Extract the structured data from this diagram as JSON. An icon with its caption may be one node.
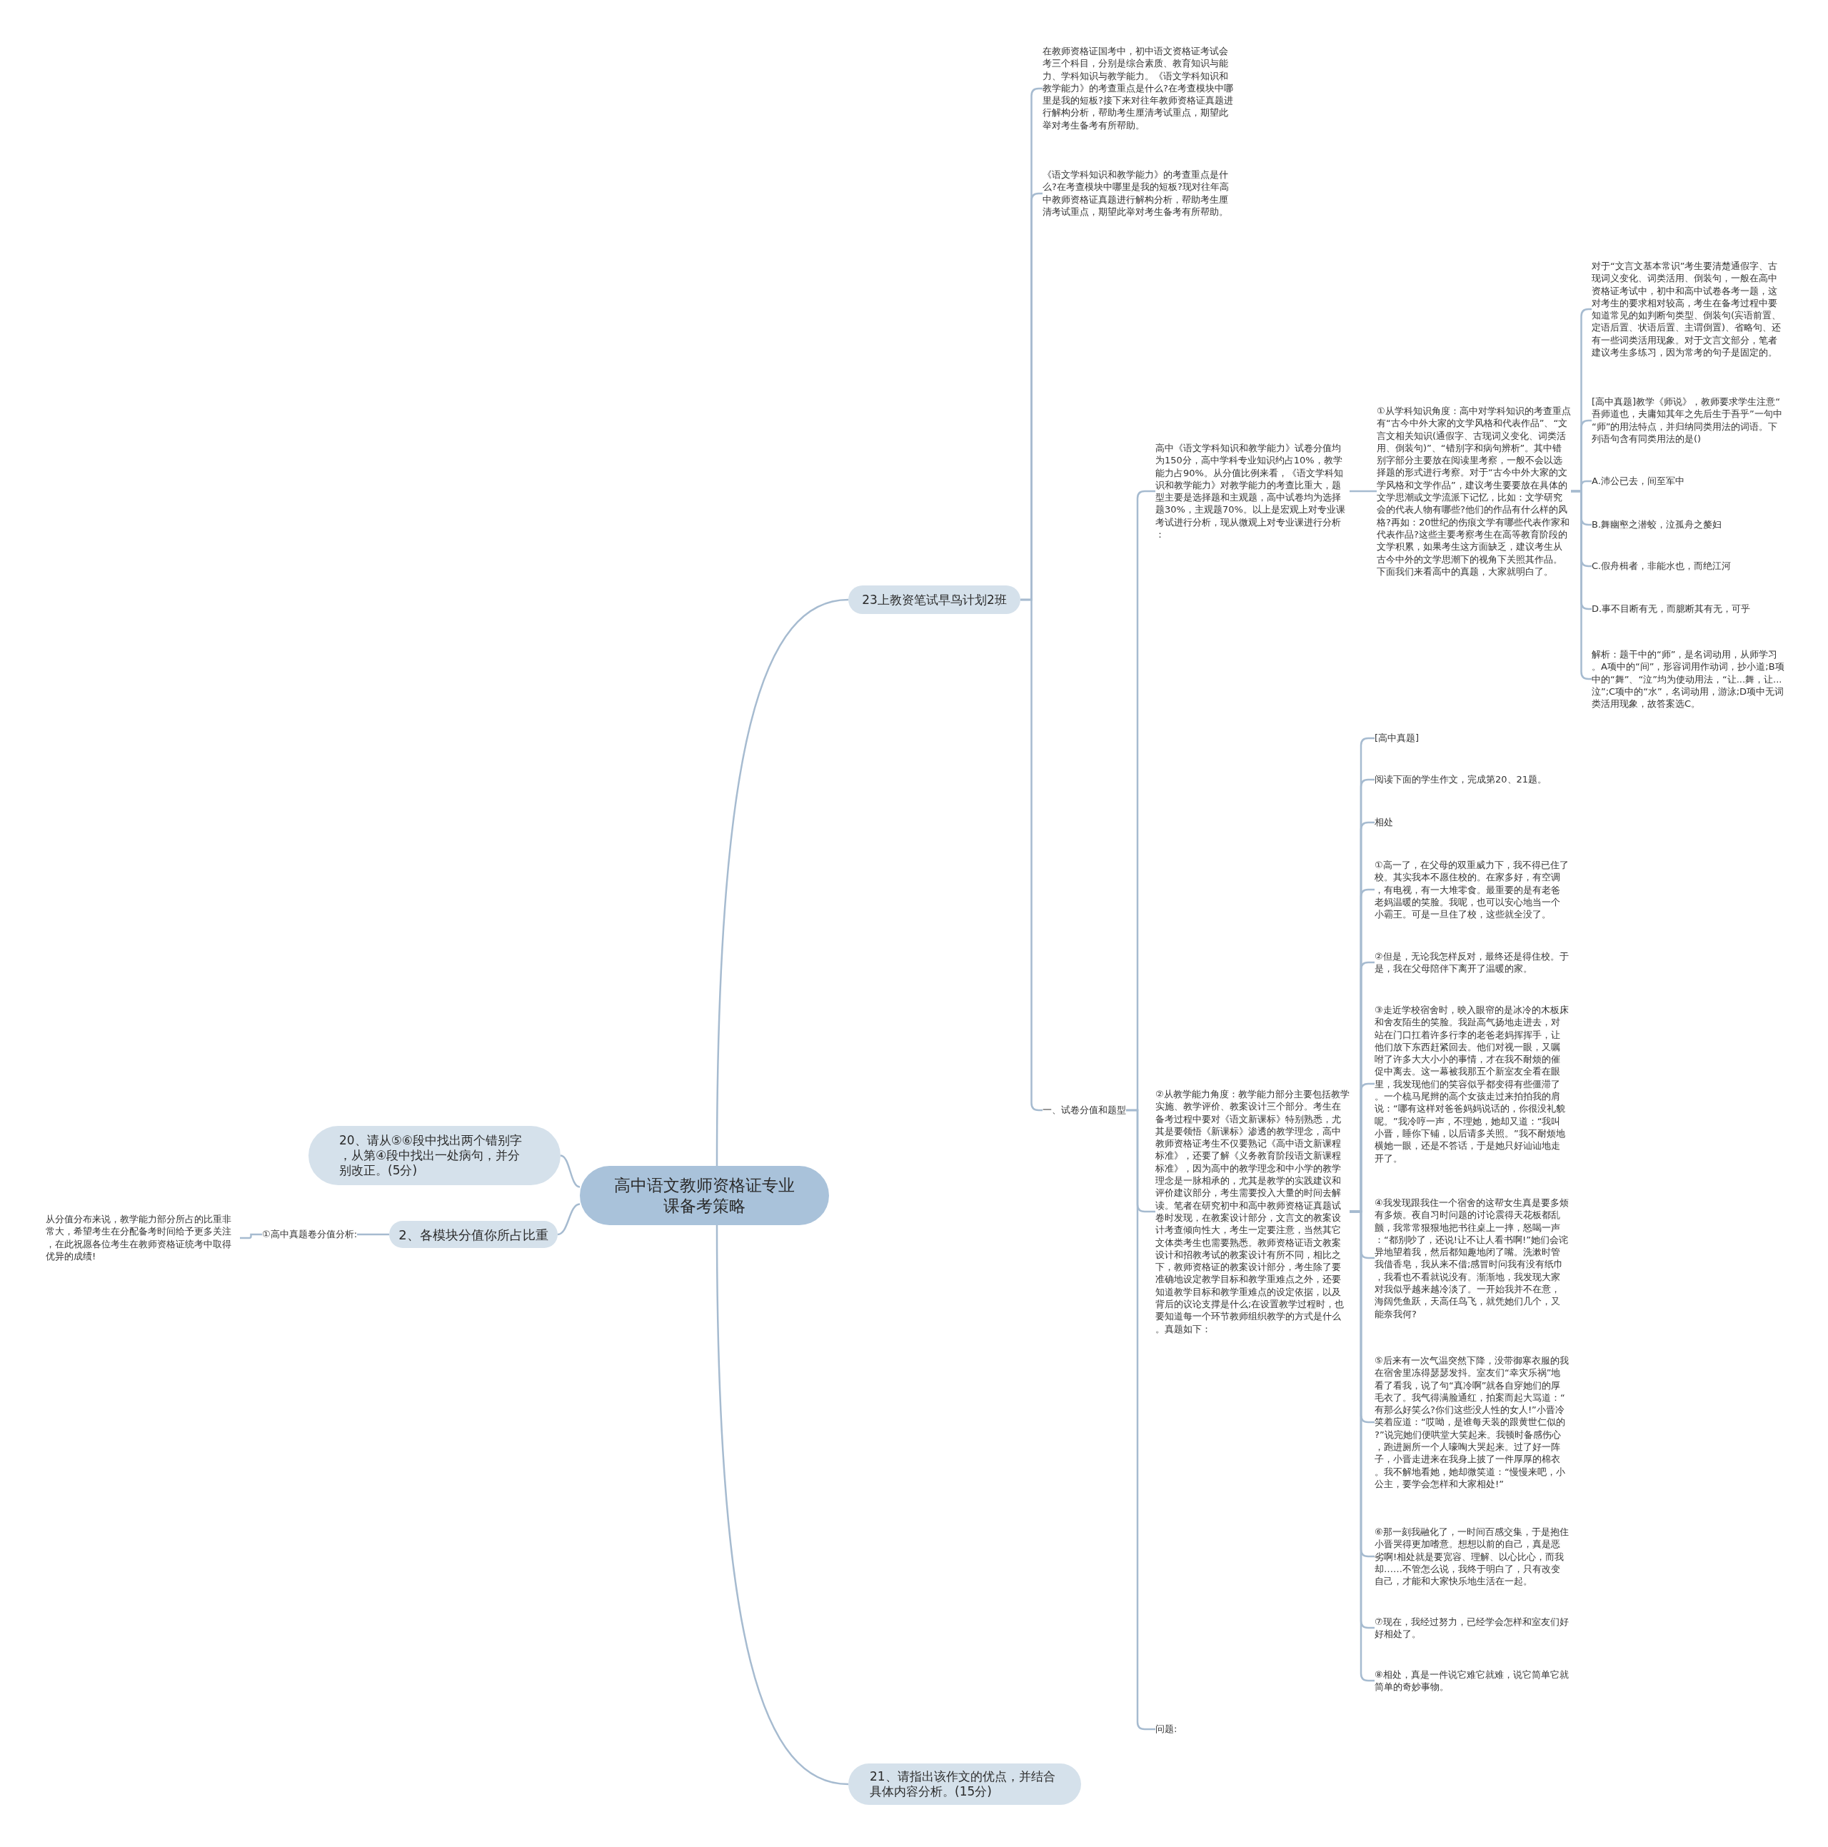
{
  "diagram": {
    "nodes": [
      {
        "text": [
          "高中语文教师资格证专业课备考策略"
        ]
      },
      {
        "text": [
          "23上教资笔试早鸟计划2班"
        ]
      },
      {
        "text": [
          "在教师资格证国考中，初中语文资格证考试会考三个科目，分别是综合素质、教育知识与能力、学科知识与教学能力。《语文学科知识和教学能力》的考查重点是什么?在考查模块中哪里是我的短板?接下来对往年教师资格证真题进行解构分析，帮助考生厘清考试重点，期望此举对考生备考有所帮助。"
        ]
      },
      {
        "text": [
          "《语文学科知识和教学能力》的考查重点是什么?在考查模块中哪里是我的短板?现对往年高中教师资格证真题进行解构分析，帮助考生厘清考试重点，期望此举对考生备考有所帮助。"
        ]
      },
      {
        "text": [
          "一、试卷分值和题型"
        ]
      },
      {
        "text": [
          "高中《语文学科知识和教学能力》试卷分值均为150分，高中学科专业知识约占10%，教学能力占90%。从分值比例来看，《语文学科知识和教学能力》对教学能力的考查比重大，题型主要是选择题和主观题，高中试卷均为选择题30%，主观题70%。以上是宏观上对专业课考试进行分析，现从微观上对专业课进行分析："
        ]
      },
      {
        "text": [
          "①从学科知识角度：高中对学科知识的考查重点有“古今中外大家的文学风格和代表作品”、“文言文相关知识(通假字、古现词义变化、词类活用、倒装句)”、“错别字和病句辨析”。其中错别字部分主要放在阅读里考察，一般不会以选择题的形式进行考察。对于“古今中外大家的文学风格和文学作品”，建议考生要要放在具体的文学思潮或文学流派下记忆，比如：文学研究会的代表人物有哪些?他们的作品有什么样的风格?再如：20世纪的伤痕文学有哪些代表作家和代表作品?这些主要考察考生在高等教育阶段的文学积累，如果考生这方面缺乏，建议考生从古今中外的文学思潮下的视角下关照其作品。下面我们来看高中的真题，大家就明白了。"
        ]
      },
      {
        "text": [
          "对于“文言文基本常识”考生要清楚通假字、古现词义变化、词类活用、倒装句，一般在高中资格证考试中，初中和高中试卷各考一题，这对考生的要求相对较高，考生在备考过程中要知道常见的如判断句类型、倒装句(宾语前置、定语后置、状语后置、主谓倒置)、省略句、还有一些词类活用现象。对于文言文部分，笔者建议考生多练习，因为常考的句子是固定的。"
        ]
      },
      {
        "text": [
          "[高中真题]教学《师说》，教师要求学生注意“吾师道也，夫庸知其年之先后生于吾乎”一句中“师”的用法特点，并归纳同类用法的词语。下列语句含有同类用法的是()"
        ]
      },
      {
        "text": [
          "A.沛公已去，间至军中"
        ]
      },
      {
        "text": [
          "B.舞幽壑之潜蛟，泣孤舟之嫠妇"
        ]
      },
      {
        "text": [
          "C.假舟楫者，非能水也，而绝江河"
        ]
      },
      {
        "text": [
          "D.事不目断有无，而臆断其有无，可乎"
        ]
      },
      {
        "text": [
          "解析：题干中的“师”，是名词动用，从师学习。A项中的“间”，形容词用作动词，抄小道;B项中的“舞”、“泣”均为使动用法，“让...舞，让...泣”;C项中的“水”，名词动用，游泳;D项中无词类活用现象，故答案选C。"
        ]
      },
      {
        "text": [
          "②从教学能力角度：教学能力部分主要包括教学实施、教学评价、教案设计三个部分。考生在备考过程中要对《语文新课标》特别熟悉，尤其是要领悟《新课标》渗透的教学理念，高中教师资格证考生不仅要熟记《高中语文新课程标准》，还要了解《义务教育阶段语文新课程标准》，因为高中的教学理念和中小学的教学理念是一脉相承的，尤其是教学的实践建议和评价建议部分，考生需要投入大量的时间去解读。笔者在研究初中和高中教师资格证真题试卷时发现，在教案设计部分，文言文的教案设计考查倾向性大，考生一定要注意，当然其它文体类考生也需要熟悉。教师资格证语文教案设计和招教考试的教案设计有所不同，相比之下，教师资格证的教案设计部分，考生除了要准确地设定教学目标和教学重难点之外，还要知道教学目标和教学重难点的设定依据，以及背后的议论支撑是什么;在设置教学过程时，也要知道每一个环节教师组织教学的方式是什么。真题如下："
        ]
      },
      {
        "text": [
          "[高中真题]"
        ]
      },
      {
        "text": [
          "阅读下面的学生作文，完成第20、21题。"
        ]
      },
      {
        "text": [
          "相处"
        ]
      },
      {
        "text": [
          "①高一了，在父母的双重威力下，我不得已住了校。其实我本不愿住校的。在家多好，有空调，有电视，有一大堆零食。最重要的是有老爸老妈温暖的笑脸。我呢，也可以安心地当一个小霸王。可是一旦住了校，这些就全没了。"
        ]
      },
      {
        "text": [
          "②但是，无论我怎样反对，最终还是得住校。于是，我在父母陪伴下离开了温暖的家。"
        ]
      },
      {
        "text": [
          "③走近学校宿舍时，映入眼帘的是冰冷的木板床和舍友陌生的笑脸。我趾高气扬地走进去，对站在门口扛着许多行李的老爸老妈挥挥手，让他们放下东西赶紧回去。他们对视一眼，又嘱咐了许多大大小小的事情，才在我不耐烦的催促中离去。这一幕被我那五个新室友全看在眼里，我发现他们的笑容似乎都变得有些僵滞了。一个梳马尾辫的高个女孩走过来拍拍我的肩说：“哪有这样对爸爸妈妈说话的，你很没礼貌呢。”我冷哼一声，不理她，她却又道：“我叫小晋，睡你下铺，以后请多关照。”我不耐烦地横她一眼，还是不答话，于是她只好讪讪地走开了。"
        ]
      },
      {
        "text": [
          "④我发现跟我住一个宿舍的这帮女生真是要多烦有多烦。夜自习时问题的讨论震得天花板都乱颤，我常常狠狠地把书往桌上一摔，怒喝一声：“都别吵了，还说!让不让人看书啊!”她们会诧异地望着我，然后都知趣地闭了嘴。洗漱时管我借香皂，我从来不借;感冒时问我有没有纸巾，我看也不看就说没有。渐渐地，我发现大家对我似乎越来越冷淡了。一开始我并不在意，海阔凭鱼跃，天高任鸟飞，就凭她们几个，又能奈我何?"
        ]
      },
      {
        "text": [
          "⑤后来有一次气温突然下降，没带御寒衣服的我在宿舍里冻得瑟瑟发抖。室友们“幸灾乐祸”地看了看我，说了句“真冷啊”就各自穿她们的厚毛衣了。我气得满脸通红，拍案而起大骂道：“有那么好笑么?你们这些没人性的女人!”小晋冷笑着应道：“哎呦，是谁每天装的跟黄世仁似的?”说完她们便哄堂大笑起来。我顿时备感伤心，跑进厕所一个人嚎啕大哭起来。过了好一阵子，小晋走进来在我身上披了一件厚厚的棉衣。我不解地看她，她却微笑道：“慢慢来吧，小公主，要学会怎样和大家相处!”"
        ]
      },
      {
        "text": [
          "⑥那一刻我融化了，一时间百感交集，于是抱住小晋哭得更加嗜意。想想以前的自己，真是恶劣啊!相处就是要宽容、理解、以心比心，而我却……不管怎么说，我终于明白了，只有改变自己，才能和大家快乐地生活在一起。"
        ]
      },
      {
        "text": [
          "⑦现在，我经过努力，已经学会怎样和室友们好好相处了。"
        ]
      },
      {
        "text": [
          "⑧相处，真是一件说它难它就难，说它简单它就简单的奇妙事物。"
        ]
      },
      {
        "text": [
          "问题:"
        ]
      },
      {
        "text": [
          "21、请指出该作文的优点，并结合具体内容分析。(15分)"
        ]
      },
      {
        "text": [
          "20、请从⑤⑥段中找出两个错别字，从第④段中找出一处病句，并分别改正。(5分)"
        ]
      },
      {
        "text": [
          "2、各模块分值你所占比重"
        ]
      },
      {
        "text": [
          "①高中真题卷分值分析:"
        ]
      },
      {
        "text": [
          "从分值分布来说，教学能力部分所占的比重非常大，希望考生在分配备考时间给予更多关注，在此祝愿各位考生在教师资格证统考中取得优异的成绩!"
        ]
      }
    ],
    "edges": [
      {
        "from": 0,
        "to": 1,
        "arrow": "none"
      },
      {
        "from": 1,
        "to": 2,
        "arrow": "none"
      },
      {
        "from": 1,
        "to": 3,
        "arrow": "none"
      },
      {
        "from": 1,
        "to": 4,
        "arrow": "none"
      },
      {
        "from": 4,
        "to": 5,
        "arrow": "none"
      },
      {
        "from": 5,
        "to": 6,
        "arrow": "none"
      },
      {
        "from": 6,
        "to": 7,
        "arrow": "none"
      },
      {
        "from": 6,
        "to": 8,
        "arrow": "none"
      },
      {
        "from": 6,
        "to": 9,
        "arrow": "none"
      },
      {
        "from": 6,
        "to": 10,
        "arrow": "none"
      },
      {
        "from": 6,
        "to": 11,
        "arrow": "none"
      },
      {
        "from": 6,
        "to": 12,
        "arrow": "none"
      },
      {
        "from": 6,
        "to": 13,
        "arrow": "none"
      },
      {
        "from": 4,
        "to": 14,
        "arrow": "none"
      },
      {
        "from": 14,
        "to": 15,
        "arrow": "none"
      },
      {
        "from": 14,
        "to": 16,
        "arrow": "none"
      },
      {
        "from": 14,
        "to": 17,
        "arrow": "none"
      },
      {
        "from": 14,
        "to": 18,
        "arrow": "none"
      },
      {
        "from": 14,
        "to": 19,
        "arrow": "none"
      },
      {
        "from": 14,
        "to": 20,
        "arrow": "none"
      },
      {
        "from": 14,
        "to": 21,
        "arrow": "none"
      },
      {
        "from": 14,
        "to": 22,
        "arrow": "none"
      },
      {
        "from": 14,
        "to": 23,
        "arrow": "none"
      },
      {
        "from": 14,
        "to": 24,
        "arrow": "none"
      },
      {
        "from": 14,
        "to": 25,
        "arrow": "none"
      },
      {
        "from": 4,
        "to": 26,
        "arrow": "none"
      },
      {
        "from": 0,
        "to": 27,
        "arrow": "none"
      },
      {
        "from": 0,
        "to": 28,
        "arrow": "none"
      },
      {
        "from": 0,
        "to": 29,
        "arrow": "none"
      },
      {
        "from": 29,
        "to": 30,
        "arrow": "none"
      },
      {
        "from": 30,
        "to": 31,
        "arrow": "none"
      }
    ]
  }
}
